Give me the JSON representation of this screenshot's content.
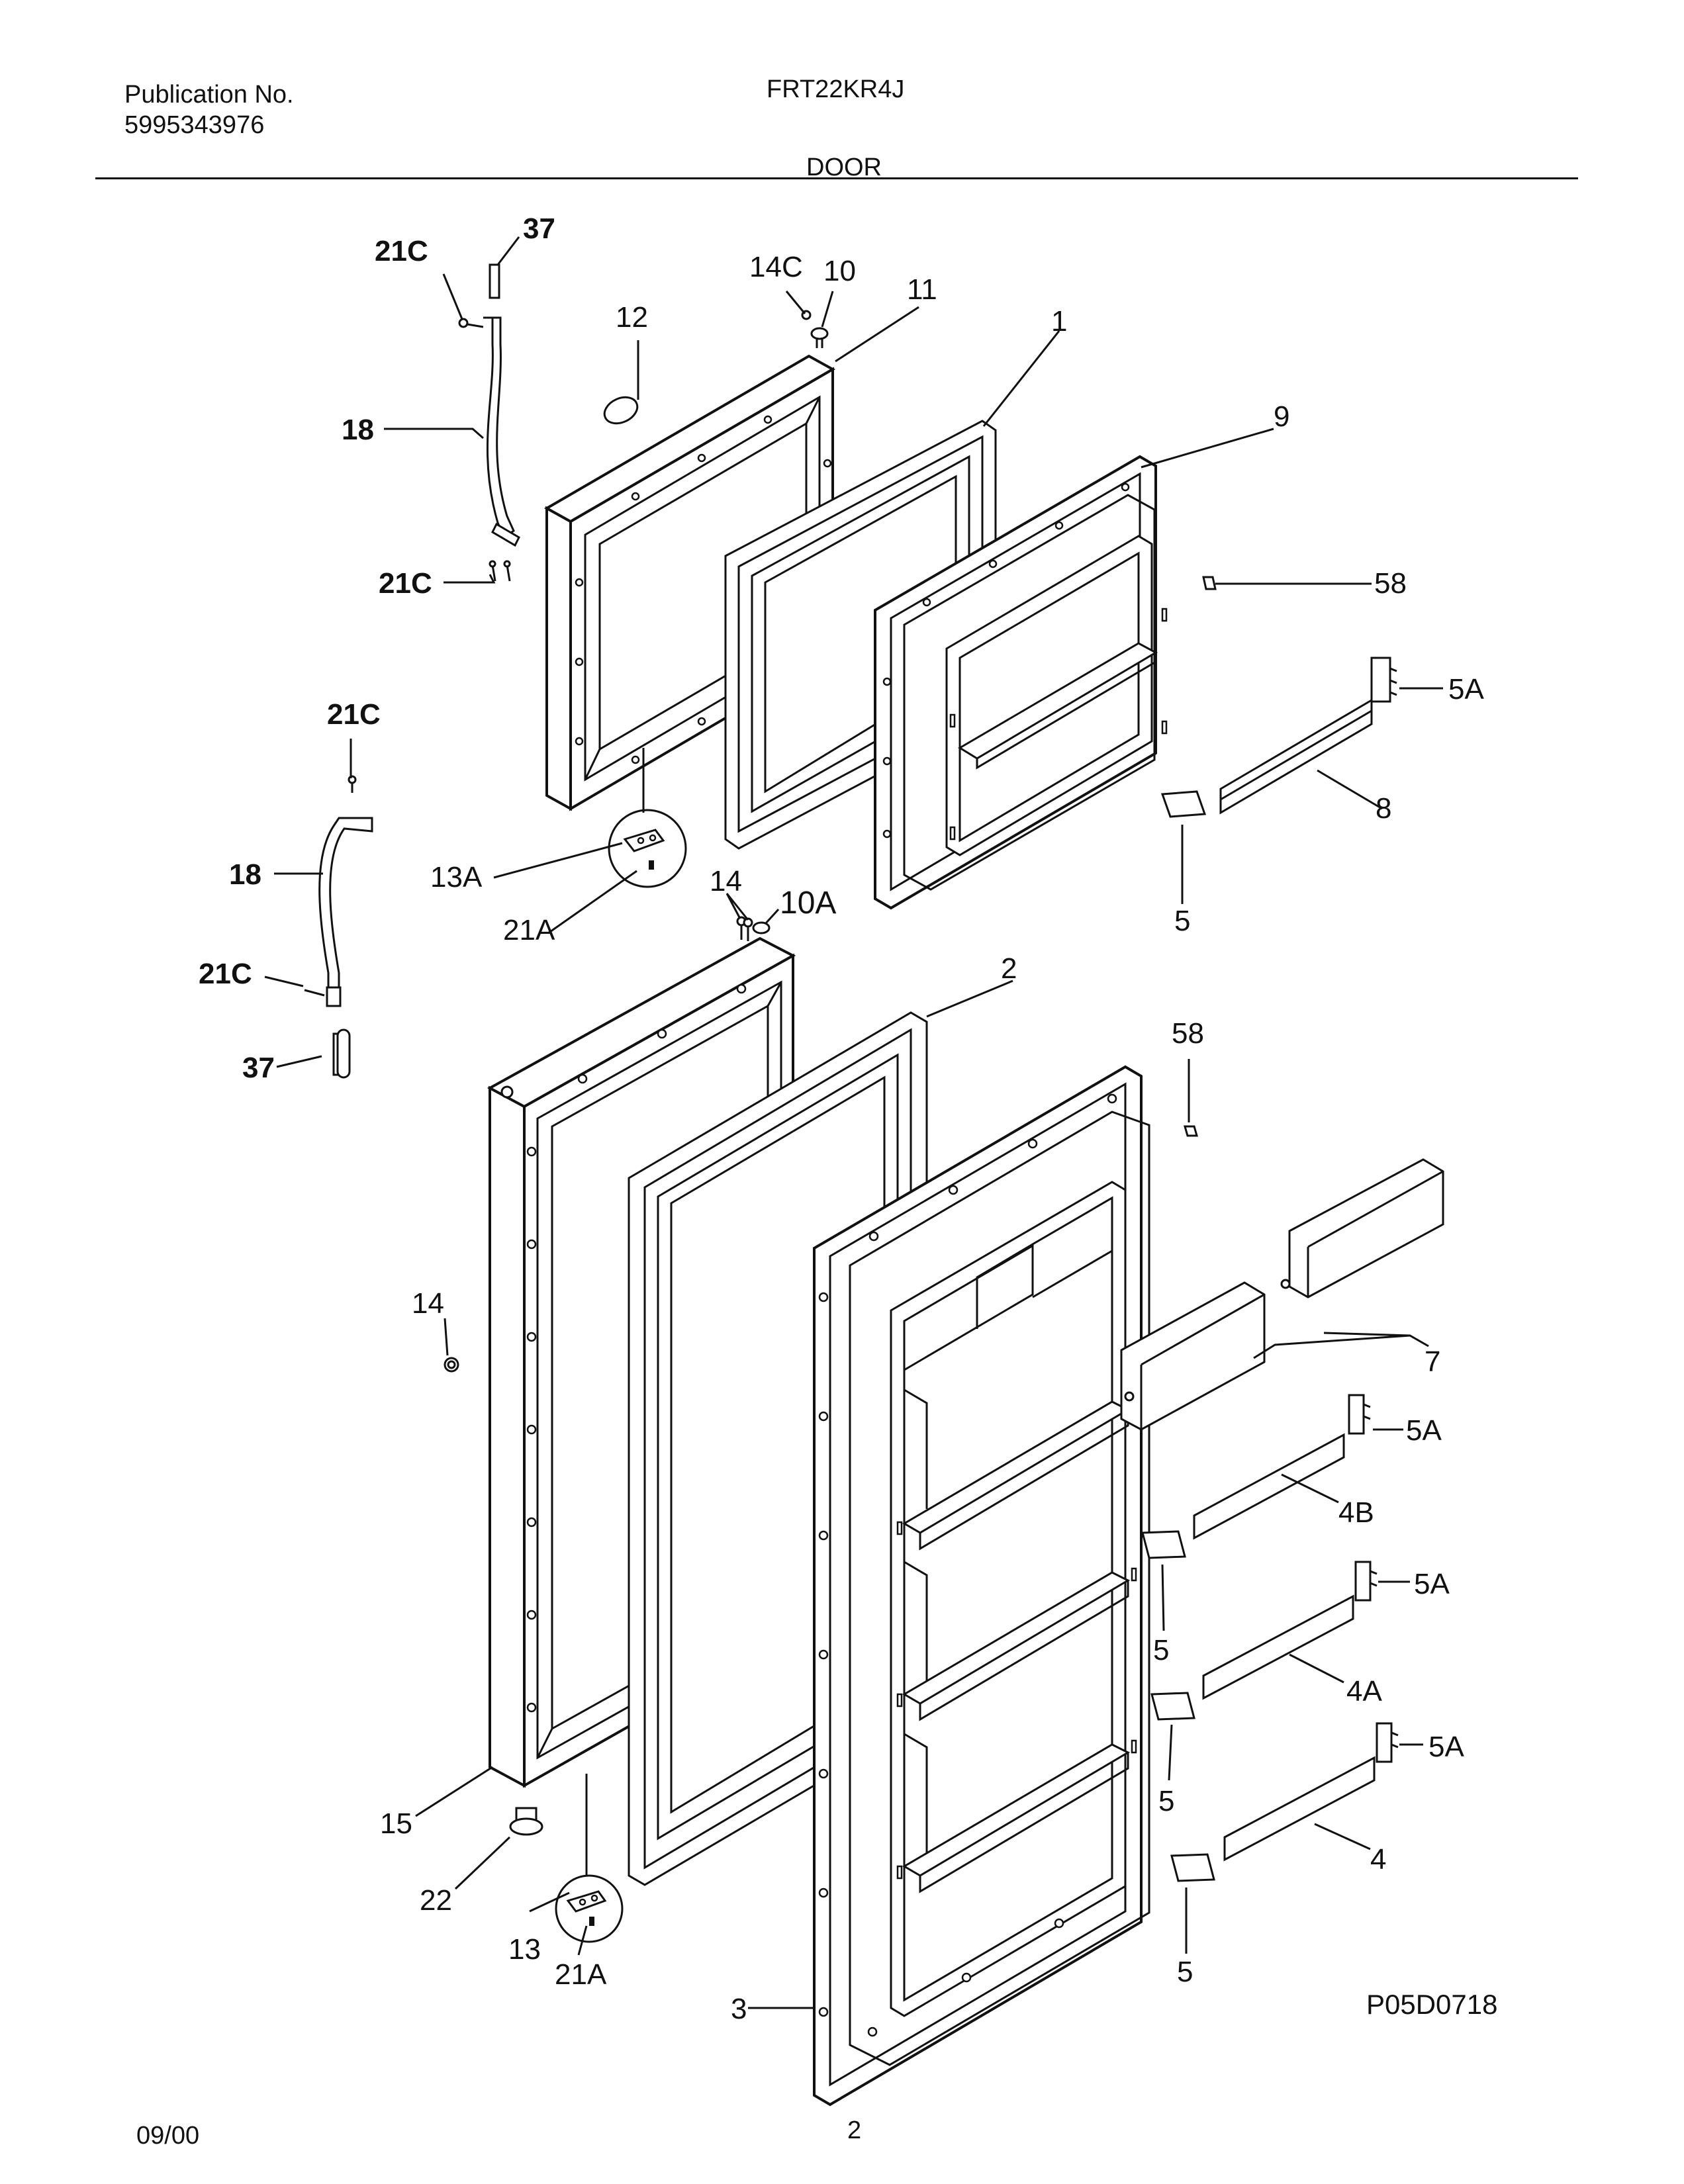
{
  "header": {
    "publication_label": "Publication No.",
    "publication_number": "5995343976",
    "model": "FRT22KR4J",
    "section": "DOOR"
  },
  "footer": {
    "date": "09/00",
    "page": "2",
    "diagram_code": "P05D0718"
  },
  "callouts": [
    {
      "id": "21C",
      "bold": true
    },
    {
      "id": "37",
      "bold": true
    },
    {
      "id": "18",
      "bold": true
    },
    {
      "id": "21C",
      "bold": true
    },
    {
      "id": "21C",
      "bold": true
    },
    {
      "id": "18",
      "bold": true
    },
    {
      "id": "21C",
      "bold": true
    },
    {
      "id": "37",
      "bold": true
    },
    {
      "id": "12"
    },
    {
      "id": "14C"
    },
    {
      "id": "10"
    },
    {
      "id": "11"
    },
    {
      "id": "1"
    },
    {
      "id": "9"
    },
    {
      "id": "58"
    },
    {
      "id": "5A"
    },
    {
      "id": "8"
    },
    {
      "id": "5"
    },
    {
      "id": "13A"
    },
    {
      "id": "21A"
    },
    {
      "id": "14"
    },
    {
      "id": "10A"
    },
    {
      "id": "2"
    },
    {
      "id": "58"
    },
    {
      "id": "14"
    },
    {
      "id": "7"
    },
    {
      "id": "5A"
    },
    {
      "id": "4B"
    },
    {
      "id": "5"
    },
    {
      "id": "5A"
    },
    {
      "id": "4A"
    },
    {
      "id": "5"
    },
    {
      "id": "5A"
    },
    {
      "id": "4"
    },
    {
      "id": "5"
    },
    {
      "id": "15"
    },
    {
      "id": "22"
    },
    {
      "id": "13"
    },
    {
      "id": "21A"
    },
    {
      "id": "3"
    }
  ]
}
